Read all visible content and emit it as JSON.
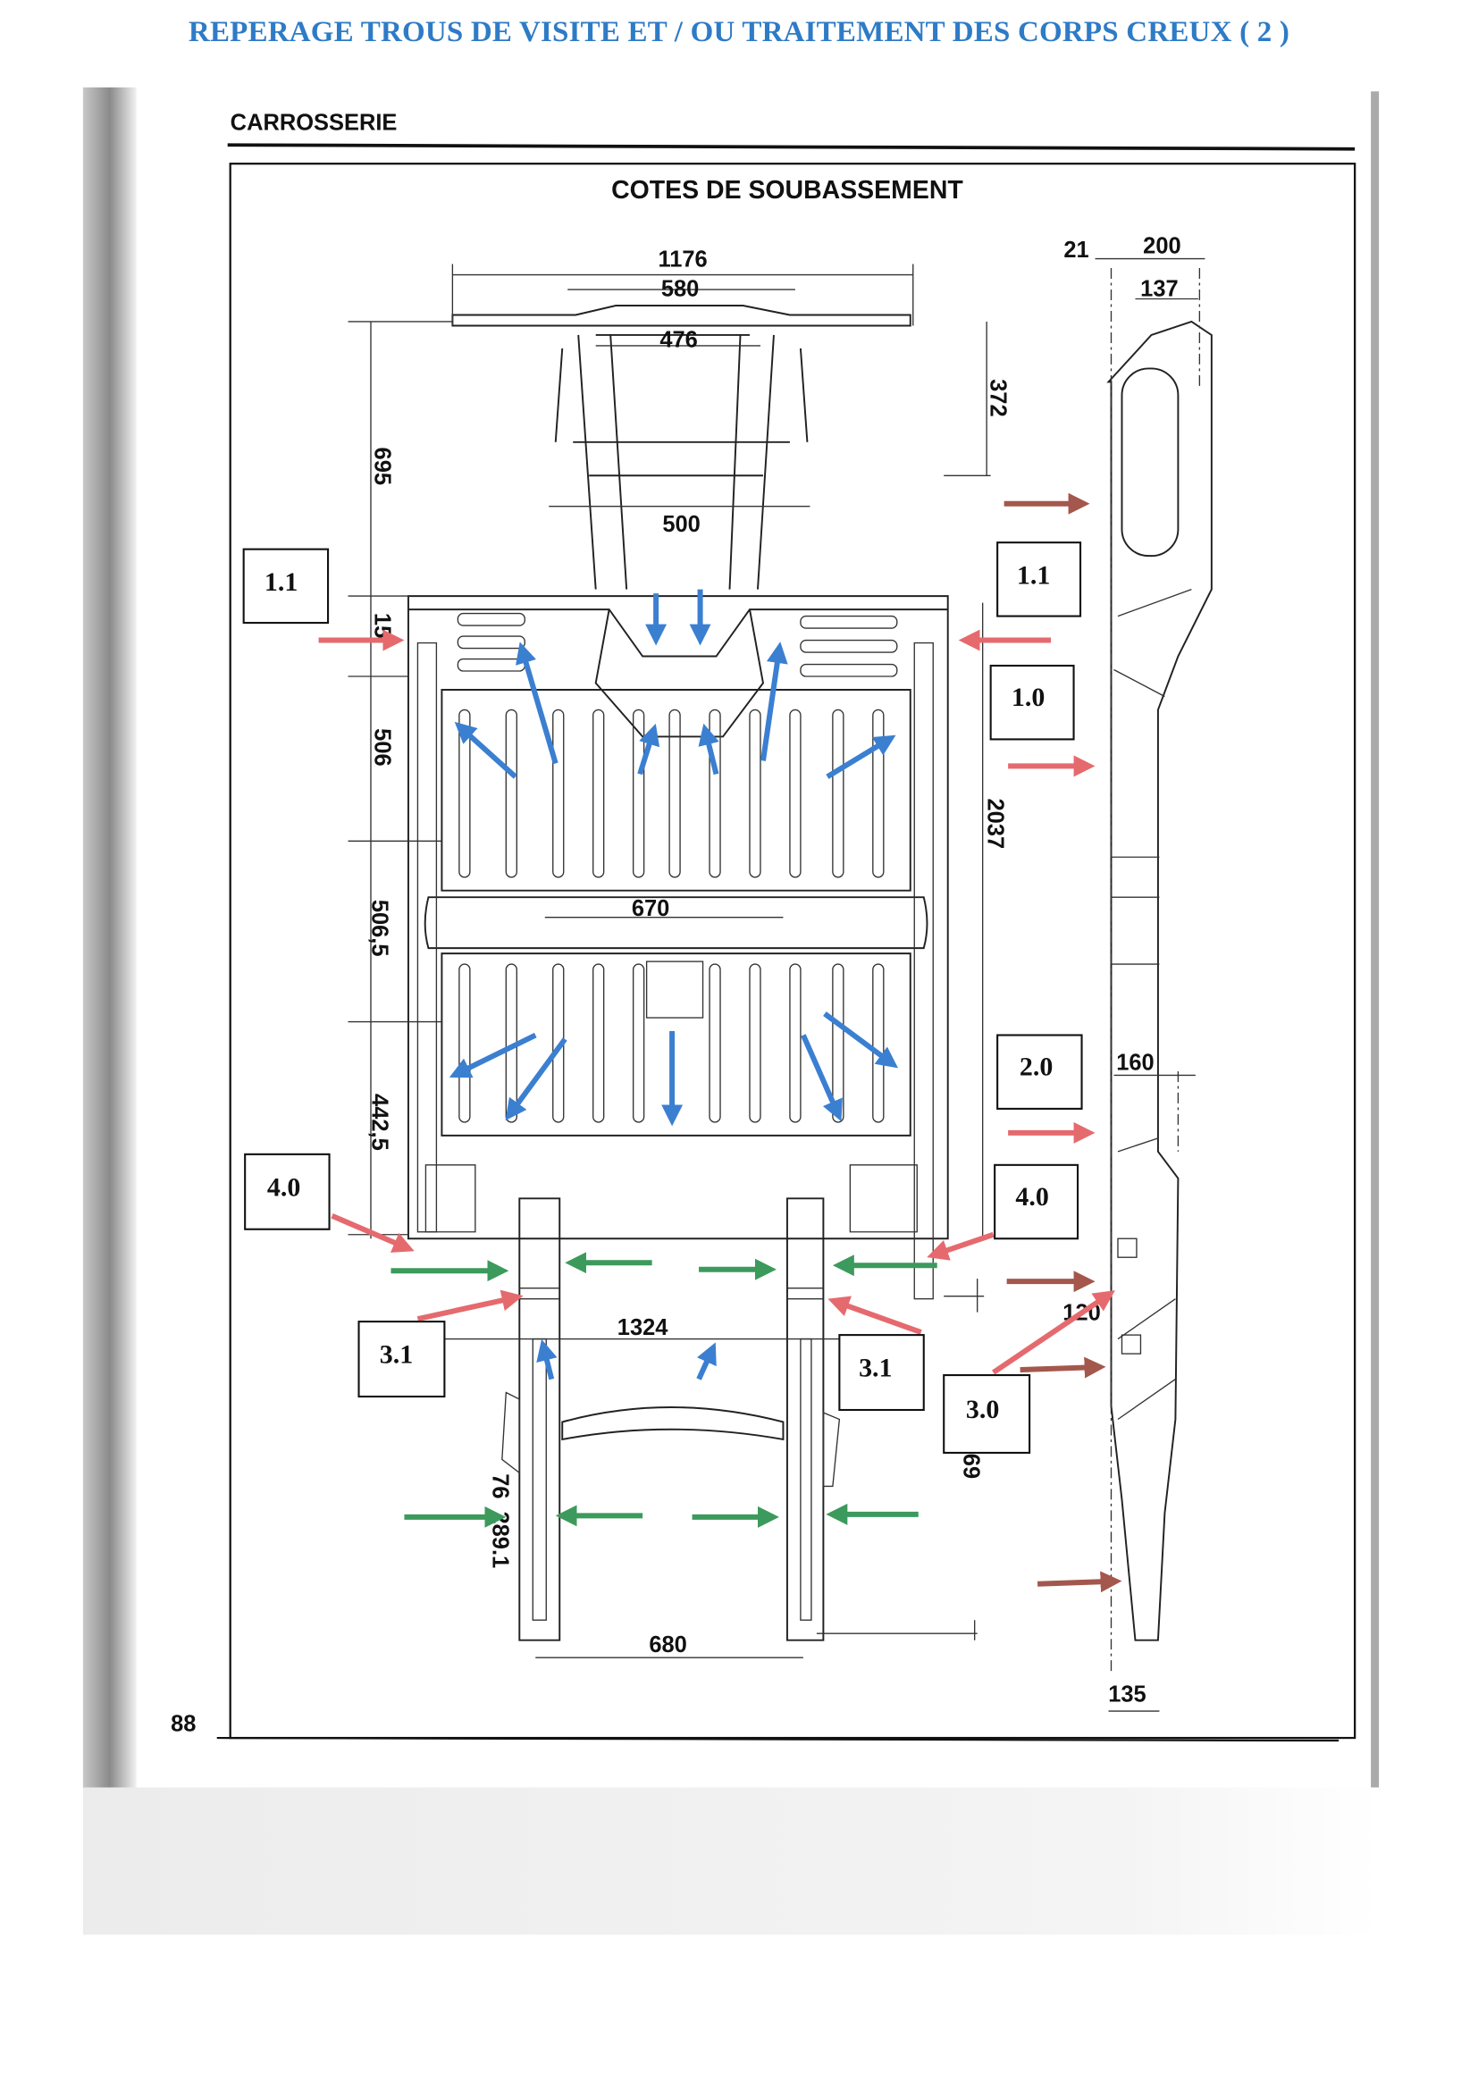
{
  "title": "REPERAGE TROUS DE VISITE ET / OU TRAITEMENT DES CORPS CREUX  ( 2 )",
  "page": {
    "section": "CARROSSERIE",
    "heading": "COTES DE SOUBASSEMENT",
    "page_number": "88"
  },
  "dimensions": {
    "d1176": "1176",
    "d580": "580",
    "d476": "476",
    "d372": "372",
    "d695": "695",
    "d500": "500",
    "d15": "15",
    "d506": "506",
    "d2037": "2037",
    "d5065": "506,5",
    "d670": "670",
    "d4425": "442,5",
    "d160": "160",
    "d120": "120",
    "d1324": "1324",
    "d69": "69",
    "d76": "76",
    "d2891": "289.1",
    "d680": "680",
    "d135": "135",
    "d21": "21",
    "d200": "200",
    "d137": "137"
  },
  "labels": [
    "1.1",
    "1.1",
    "1.0",
    "2.0",
    "4.0",
    "4.0",
    "3.1",
    "3.1",
    "3.0"
  ],
  "colors": {
    "title": "#2e7bc6",
    "arrow_red": "#e56a6e",
    "arrow_blue": "#3b7fd1",
    "arrow_green": "#3c9a5c",
    "arrow_brown": "#a4574c"
  }
}
